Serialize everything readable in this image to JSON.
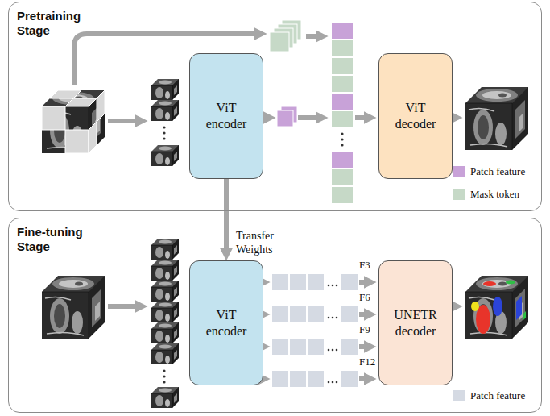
{
  "diagram": {
    "nodes": [
      {
        "text": [
          "Pretraining Stage"
        ]
      },
      {
        "text": [
          "ViT encoder"
        ],
        "in": 0
      },
      {
        "text": [
          "ViT decoder"
        ],
        "in": 0
      },
      {
        "text": [
          "Fine-tuning Stage"
        ]
      },
      {
        "text": [
          "ViT encoder"
        ],
        "in": 3
      },
      {
        "text": [
          "UNETR decoder"
        ],
        "in": 3
      }
    ],
    "edges": [
      {
        "from": 1,
        "to": 4,
        "arrow": "to",
        "label": "Transfer Weights"
      }
    ],
    "labels": [
      "F3",
      "F6",
      "F9",
      "F12"
    ],
    "legend": [
      {
        "text": "Patch feature",
        "color": "#c8a2d8"
      },
      {
        "text": "Mask token",
        "color": "#c6d9c7"
      },
      {
        "text": "Patch feature",
        "color": "#d5dae3"
      }
    ]
  }
}
